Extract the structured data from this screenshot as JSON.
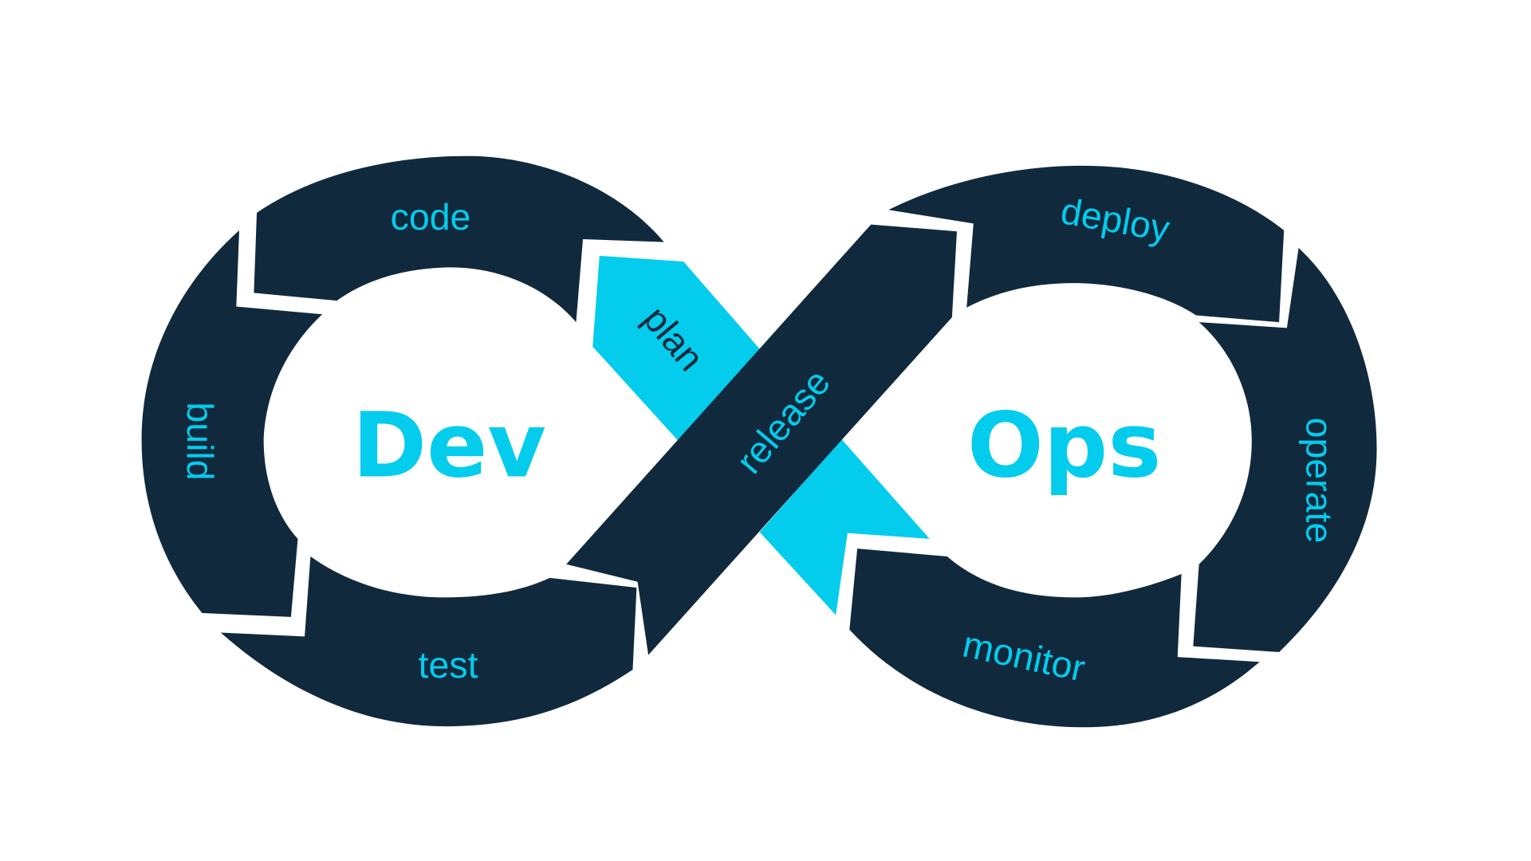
{
  "diagram": {
    "title_left": "Dev",
    "title_right": "Ops",
    "stages": {
      "plan": "plan",
      "code": "code",
      "build": "build",
      "test": "test",
      "release": "release",
      "deploy": "deploy",
      "operate": "operate",
      "monitor": "monitor"
    },
    "colors": {
      "dark_navy": "#11293d",
      "cyan": "#03cced",
      "background": "#ffffff"
    }
  }
}
